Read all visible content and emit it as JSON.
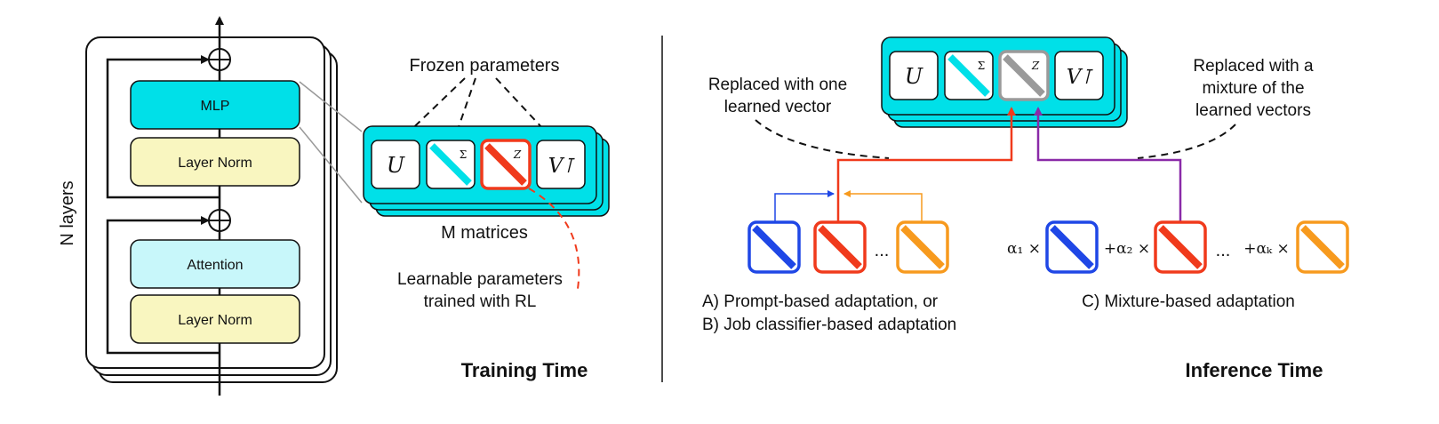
{
  "training": {
    "n_layers_label": "N layers",
    "mlp_label": "MLP",
    "layer_norm_top_label": "Layer Norm",
    "attention_label": "Attention",
    "layer_norm_bottom_label": "Layer Norm",
    "frozen_label": "Frozen parameters",
    "matrix_u": "U",
    "matrix_sigma": "Σ",
    "matrix_z": "Z",
    "matrix_vt": "V⊺",
    "m_matrices_label": "M matrices",
    "learnable_line1": "Learnable parameters",
    "learnable_line2": "trained with RL",
    "section_title": "Training Time"
  },
  "inference": {
    "matrix_u": "U",
    "matrix_sigma": "Σ",
    "matrix_z": "Z",
    "matrix_vt": "V⊺",
    "replaced_one_line1": "Replaced with one",
    "replaced_one_line2": "learned vector",
    "replaced_mix_line1": "Replaced with a",
    "replaced_mix_line2": "mixture of the",
    "replaced_mix_line3": "learned vectors",
    "ellipsis_left": "...",
    "ellipsis_right": "...",
    "alpha1": "α₁ ×",
    "alpha2": "+α₂ ×",
    "alphak": "+αₖ ×",
    "caption_a": "A) Prompt-based adaptation, or",
    "caption_b": "B) Job classifier-based adaptation",
    "caption_c": "C) Mixture-based adaptation",
    "section_title": "Inference Time"
  },
  "colors": {
    "cyan": "#00e0e8",
    "light_cyan": "#c8f7fa",
    "pale_yellow": "#f9f6c0",
    "red": "#f03a1c",
    "blue": "#1f47e6",
    "orange": "#f79a1e",
    "purple": "#8a2aa8",
    "gray": "#9a9a9a"
  }
}
